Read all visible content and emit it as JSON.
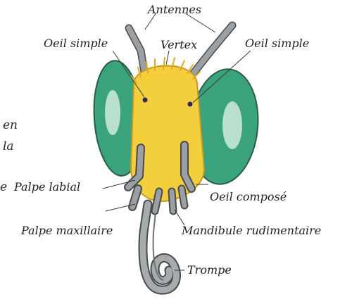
{
  "diagram": {
    "labels": {
      "antennes": "Antennes",
      "oeil_simple_left": "Oeil simple",
      "vertex": "Vertex",
      "oeil_simple_right": "Oeil simple",
      "palpe_labial": "Palpe labial",
      "oeil_compose": "Oeil composé",
      "palpe_maxillaire": "Palpe maxillaire",
      "mandibule": "Mandibule rudimentaire",
      "trompe": "Trompe"
    },
    "margin_fragments": [
      "en",
      "la",
      "e"
    ]
  },
  "colors": {
    "head": "#f4cf3d",
    "hair": "#e8b92e",
    "compound_eye": "#3aa37c",
    "compound_eye_highlight": "#b8e0cc",
    "appendage": "#8f9497",
    "ocellus": "#2e2660",
    "outline": "#3a3a3a"
  }
}
